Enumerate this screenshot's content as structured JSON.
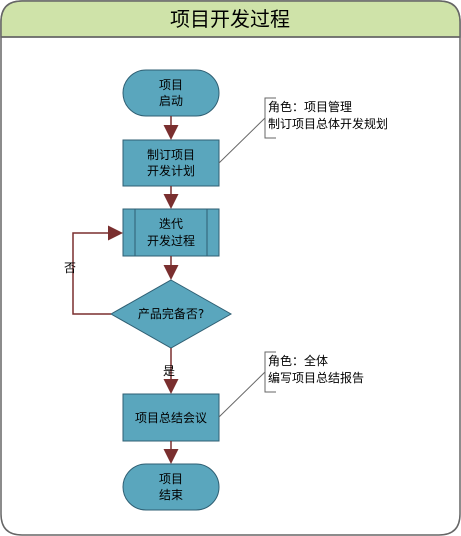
{
  "title": "项目开发过程",
  "colors": {
    "header_bg": "#cfe3a9",
    "node_fill": "#5aa6bd",
    "node_stroke": "#2f5f73",
    "frame_stroke": "#666666",
    "arrow": "#7a2f2f"
  },
  "nodes": {
    "start": {
      "line1": "项目",
      "line2": "启动"
    },
    "plan": {
      "line1": "制订项目",
      "line2": "开发计划"
    },
    "iterate": {
      "line1": "迭代",
      "line2": "开发过程"
    },
    "decision": {
      "label": "产品完备否?"
    },
    "review": {
      "label": "项目总结会议"
    },
    "end": {
      "line1": "项目",
      "line2": "结束"
    }
  },
  "branches": {
    "no": "否",
    "yes": "是"
  },
  "notes": {
    "plan_note": {
      "line1": "角色：项目管理",
      "line2": "制订项目总体开发规划"
    },
    "review_note": {
      "line1": "角色：全体",
      "line2": "编写项目总结报告"
    }
  }
}
